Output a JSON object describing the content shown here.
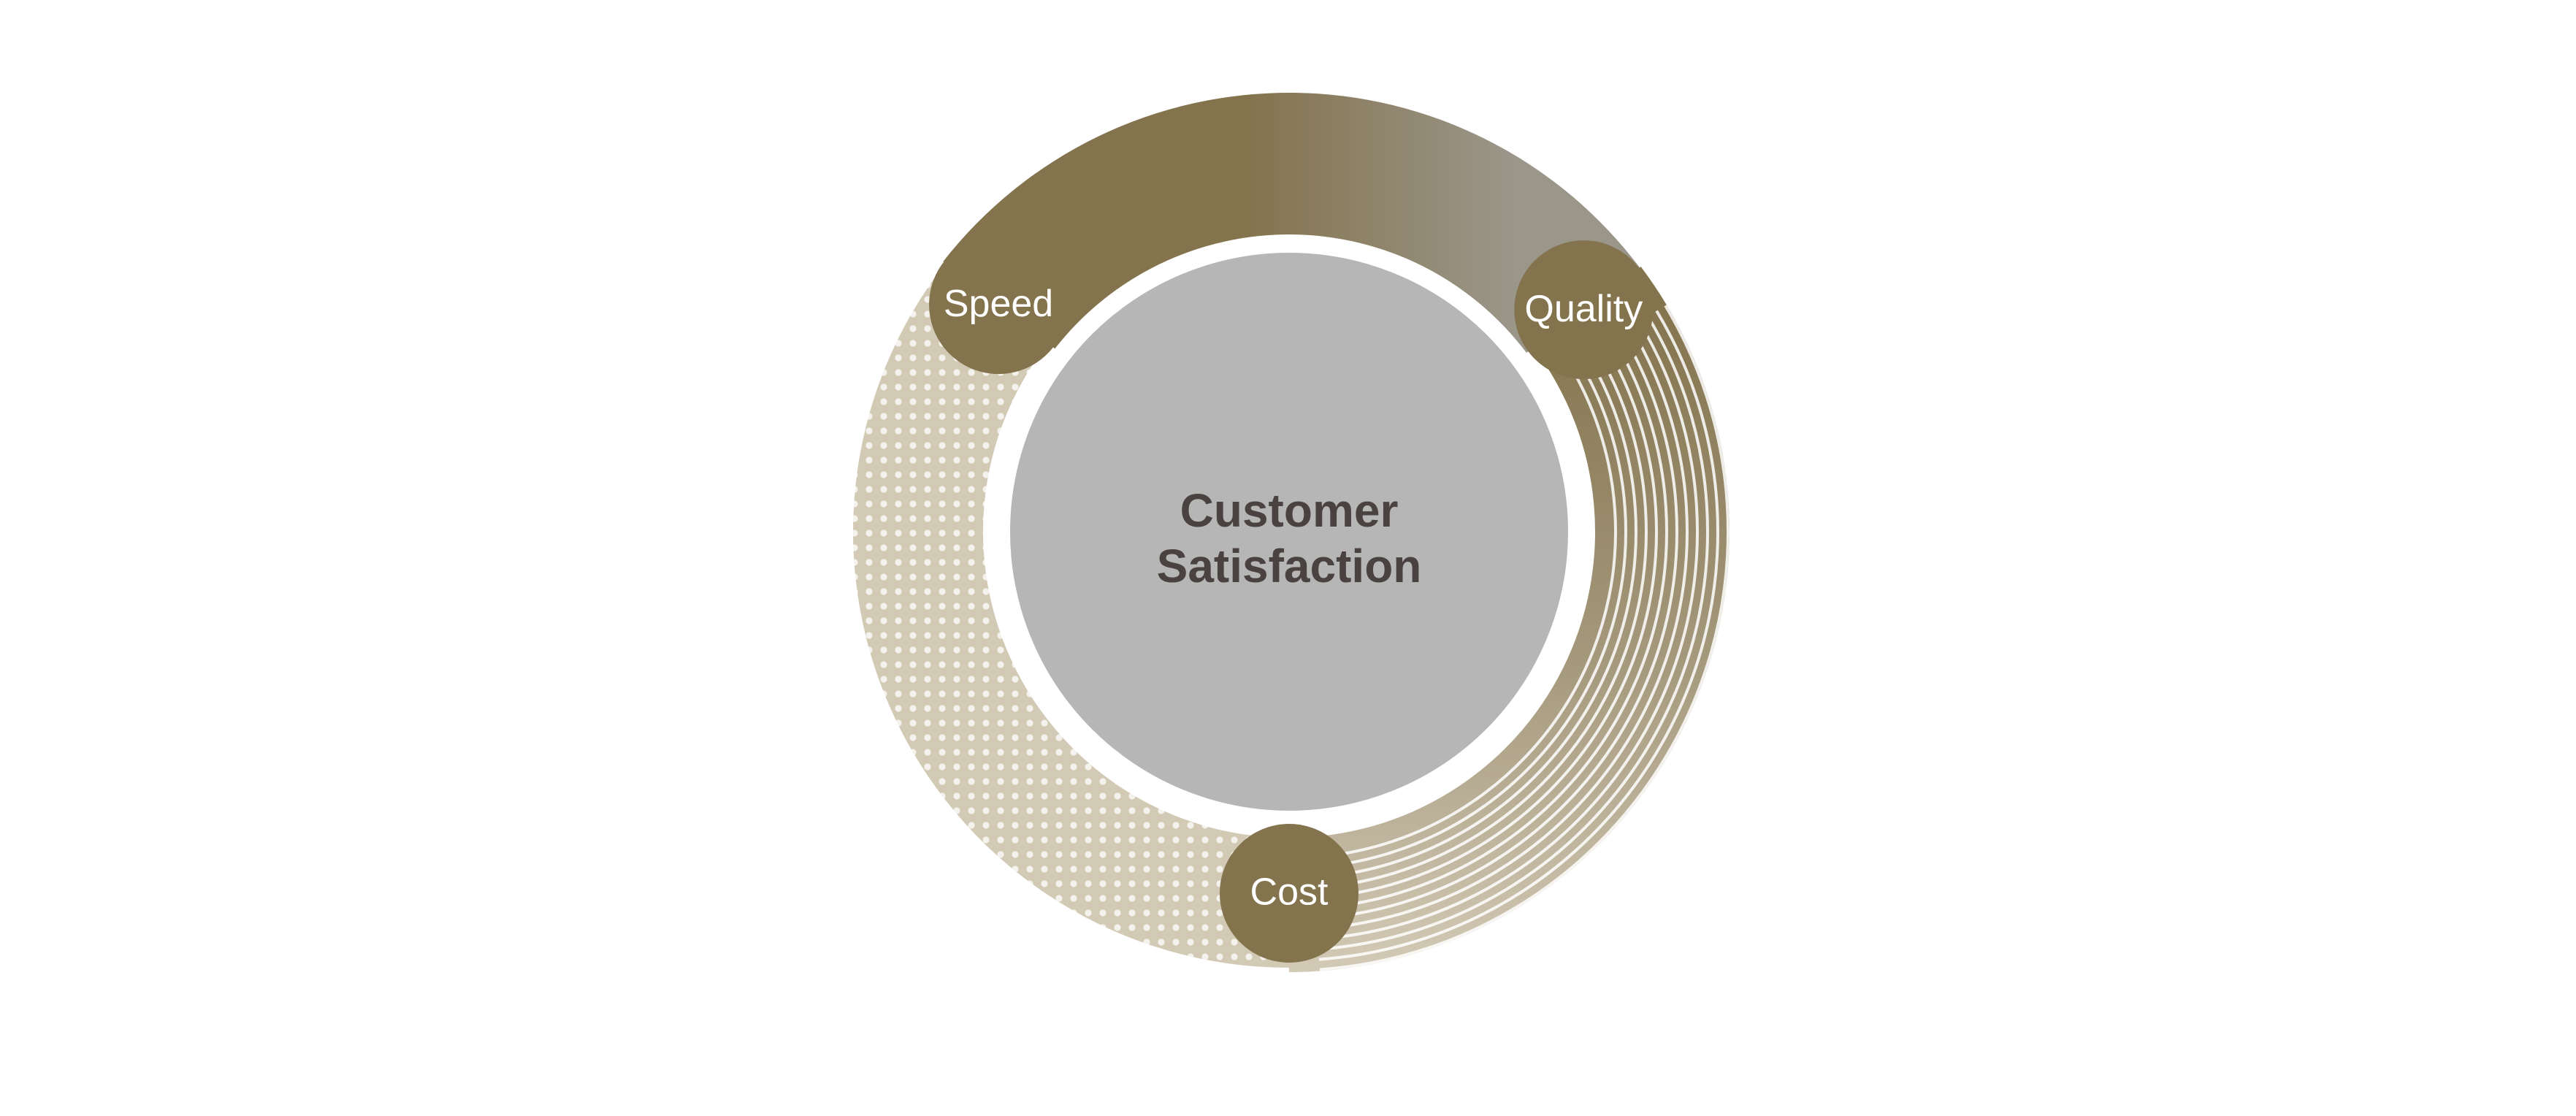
{
  "diagram": {
    "center": {
      "lines": [
        "Customer",
        "Satisfaction"
      ]
    },
    "nodes": [
      {
        "id": "speed",
        "label": "Speed"
      },
      {
        "id": "quality",
        "label": "Quality"
      },
      {
        "id": "cost",
        "label": "Cost"
      }
    ]
  },
  "colors": {
    "primary": "#84744E",
    "gray_ring": "#9B968A",
    "light_tan": "#D3CAB6",
    "center_fill": "#B6B6B6",
    "center_text": "#4A4240",
    "background": "#FFFFFF"
  }
}
